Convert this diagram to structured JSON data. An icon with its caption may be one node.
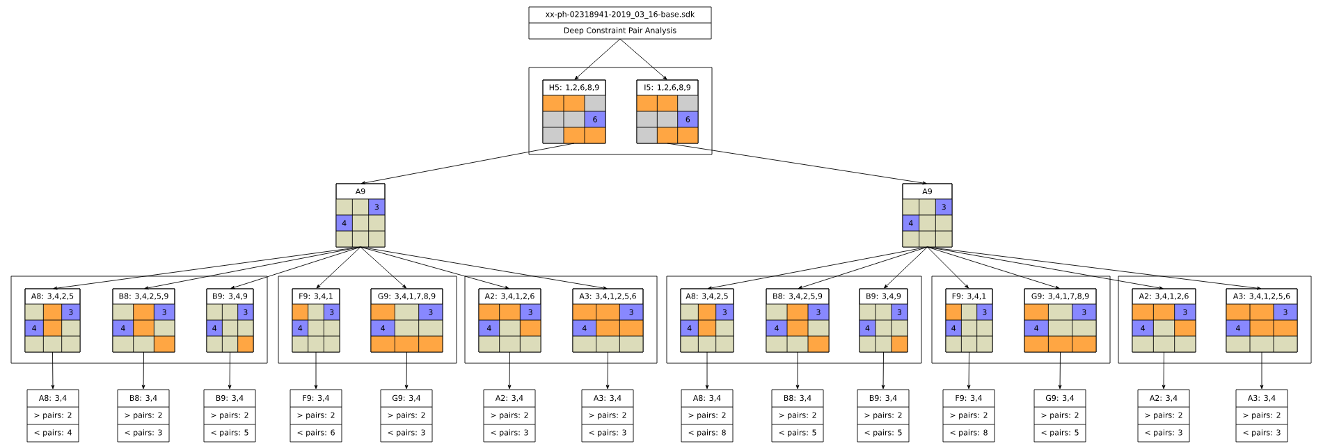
{
  "diagram": {
    "nodes": [
      {
        "text": [
          "xx-ph-02318941-2019_03_16-base.sdk",
          "Deep Constraint Pair Analysis"
        ]
      },
      {
        "text": [],
        "shape": "box"
      },
      {
        "text": [
          "H5: 1,2,6,8,9",
          "6"
        ],
        "in": 1
      },
      {
        "text": [
          "I5: 1,2,6,8,9",
          "6"
        ],
        "in": 1
      },
      {
        "text": [
          "A9",
          "3",
          "4"
        ]
      },
      {
        "text": [
          "A9",
          "3",
          "4"
        ]
      },
      {
        "text": [],
        "shape": "box"
      },
      {
        "text": [
          "A8: 3,4,2,5",
          "3",
          "4"
        ],
        "in": 6
      },
      {
        "text": [
          "B8: 3,4,2,5,9",
          "3",
          "4"
        ],
        "in": 6
      },
      {
        "text": [
          "B9: 3,4,9",
          "3",
          "4"
        ],
        "in": 6
      },
      {
        "text": [],
        "shape": "box"
      },
      {
        "text": [
          "F9: 3,4,1",
          "3",
          "4"
        ],
        "in": 10
      },
      {
        "text": [
          "G9: 3,4,1,7,8,9",
          "3",
          "4"
        ],
        "in": 10
      },
      {
        "text": [],
        "shape": "box"
      },
      {
        "text": [
          "A2: 3,4,1,2,6",
          "3",
          "4"
        ],
        "in": 13
      },
      {
        "text": [
          "A3: 3,4,1,2,5,6",
          "3",
          "4"
        ],
        "in": 13
      },
      {
        "text": [],
        "shape": "box"
      },
      {
        "text": [
          "A8: 3,4,2,5",
          "3",
          "4"
        ],
        "in": 16
      },
      {
        "text": [
          "B8: 3,4,2,5,9",
          "3",
          "4"
        ],
        "in": 16
      },
      {
        "text": [
          "B9: 3,4,9",
          "3",
          "4"
        ],
        "in": 16
      },
      {
        "text": [],
        "shape": "box"
      },
      {
        "text": [
          "F9: 3,4,1",
          "3",
          "4"
        ],
        "in": 20
      },
      {
        "text": [
          "G9: 3,4,1,7,8,9",
          "3",
          "4"
        ],
        "in": 20
      },
      {
        "text": [],
        "shape": "box"
      },
      {
        "text": [
          "A2: 3,4,1,2,6",
          "3",
          "4"
        ],
        "in": 23
      },
      {
        "text": [
          "A3: 3,4,1,2,5,6",
          "3",
          "4"
        ],
        "in": 23
      },
      {
        "text": [
          "A8: 3,4",
          "> pairs: 2",
          "< pairs: 4"
        ]
      },
      {
        "text": [
          "B8: 3,4",
          "> pairs: 2",
          "< pairs: 3"
        ]
      },
      {
        "text": [
          "B9: 3,4",
          "> pairs: 2",
          "< pairs: 5"
        ]
      },
      {
        "text": [
          "F9: 3,4",
          "> pairs: 2",
          "< pairs: 6"
        ]
      },
      {
        "text": [
          "G9: 3,4",
          "> pairs: 2",
          "< pairs: 3"
        ]
      },
      {
        "text": [
          "A2: 3,4",
          "> pairs: 2",
          "< pairs: 3"
        ]
      },
      {
        "text": [
          "A3: 3,4",
          "> pairs: 2",
          "< pairs: 3"
        ]
      },
      {
        "text": [
          "A8: 3,4",
          "> pairs: 2",
          "< pairs: 8"
        ]
      },
      {
        "text": [
          "B8: 3,4",
          "> pairs: 2",
          "< pairs: 5"
        ]
      },
      {
        "text": [
          "B9: 3,4",
          "> pairs: 2",
          "< pairs: 5"
        ]
      },
      {
        "text": [
          "F9: 3,4",
          "> pairs: 2",
          "< pairs: 8"
        ]
      },
      {
        "text": [
          "G9: 3,4",
          "> pairs: 2",
          "< pairs: 5"
        ]
      },
      {
        "text": [
          "A2: 3,4",
          "> pairs: 2",
          "< pairs: 3"
        ]
      },
      {
        "text": [
          "A3: 3,4",
          "> pairs: 2",
          "< pairs: 3"
        ]
      }
    ],
    "edges": [
      {
        "from": 0,
        "to": 2,
        "arrow": "to"
      },
      {
        "from": 0,
        "to": 3,
        "arrow": "to"
      },
      {
        "from": 2,
        "to": 4,
        "arrow": "to"
      },
      {
        "from": 3,
        "to": 5,
        "arrow": "to"
      },
      {
        "from": 4,
        "to": 7,
        "arrow": "to"
      },
      {
        "from": 4,
        "to": 8,
        "arrow": "to"
      },
      {
        "from": 4,
        "to": 9,
        "arrow": "to"
      },
      {
        "from": 4,
        "to": 11,
        "arrow": "to"
      },
      {
        "from": 4,
        "to": 12,
        "arrow": "to"
      },
      {
        "from": 4,
        "to": 14,
        "arrow": "to"
      },
      {
        "from": 4,
        "to": 15,
        "arrow": "to"
      },
      {
        "from": 5,
        "to": 17,
        "arrow": "to"
      },
      {
        "from": 5,
        "to": 18,
        "arrow": "to"
      },
      {
        "from": 5,
        "to": 19,
        "arrow": "to"
      },
      {
        "from": 5,
        "to": 21,
        "arrow": "to"
      },
      {
        "from": 5,
        "to": 22,
        "arrow": "to"
      },
      {
        "from": 5,
        "to": 24,
        "arrow": "to"
      },
      {
        "from": 5,
        "to": 25,
        "arrow": "to"
      },
      {
        "from": 7,
        "to": 26,
        "arrow": "to"
      },
      {
        "from": 8,
        "to": 27,
        "arrow": "to"
      },
      {
        "from": 9,
        "to": 28,
        "arrow": "to"
      },
      {
        "from": 11,
        "to": 29,
        "arrow": "to"
      },
      {
        "from": 12,
        "to": 30,
        "arrow": "to"
      },
      {
        "from": 14,
        "to": 31,
        "arrow": "to"
      },
      {
        "from": 15,
        "to": 32,
        "arrow": "to"
      },
      {
        "from": 17,
        "to": 33,
        "arrow": "to"
      },
      {
        "from": 18,
        "to": 34,
        "arrow": "to"
      },
      {
        "from": 19,
        "to": 35,
        "arrow": "to"
      },
      {
        "from": 21,
        "to": 36,
        "arrow": "to"
      },
      {
        "from": 22,
        "to": 37,
        "arrow": "to"
      },
      {
        "from": 24,
        "to": 38,
        "arrow": "to"
      },
      {
        "from": 25,
        "to": 39,
        "arrow": "to"
      }
    ]
  }
}
